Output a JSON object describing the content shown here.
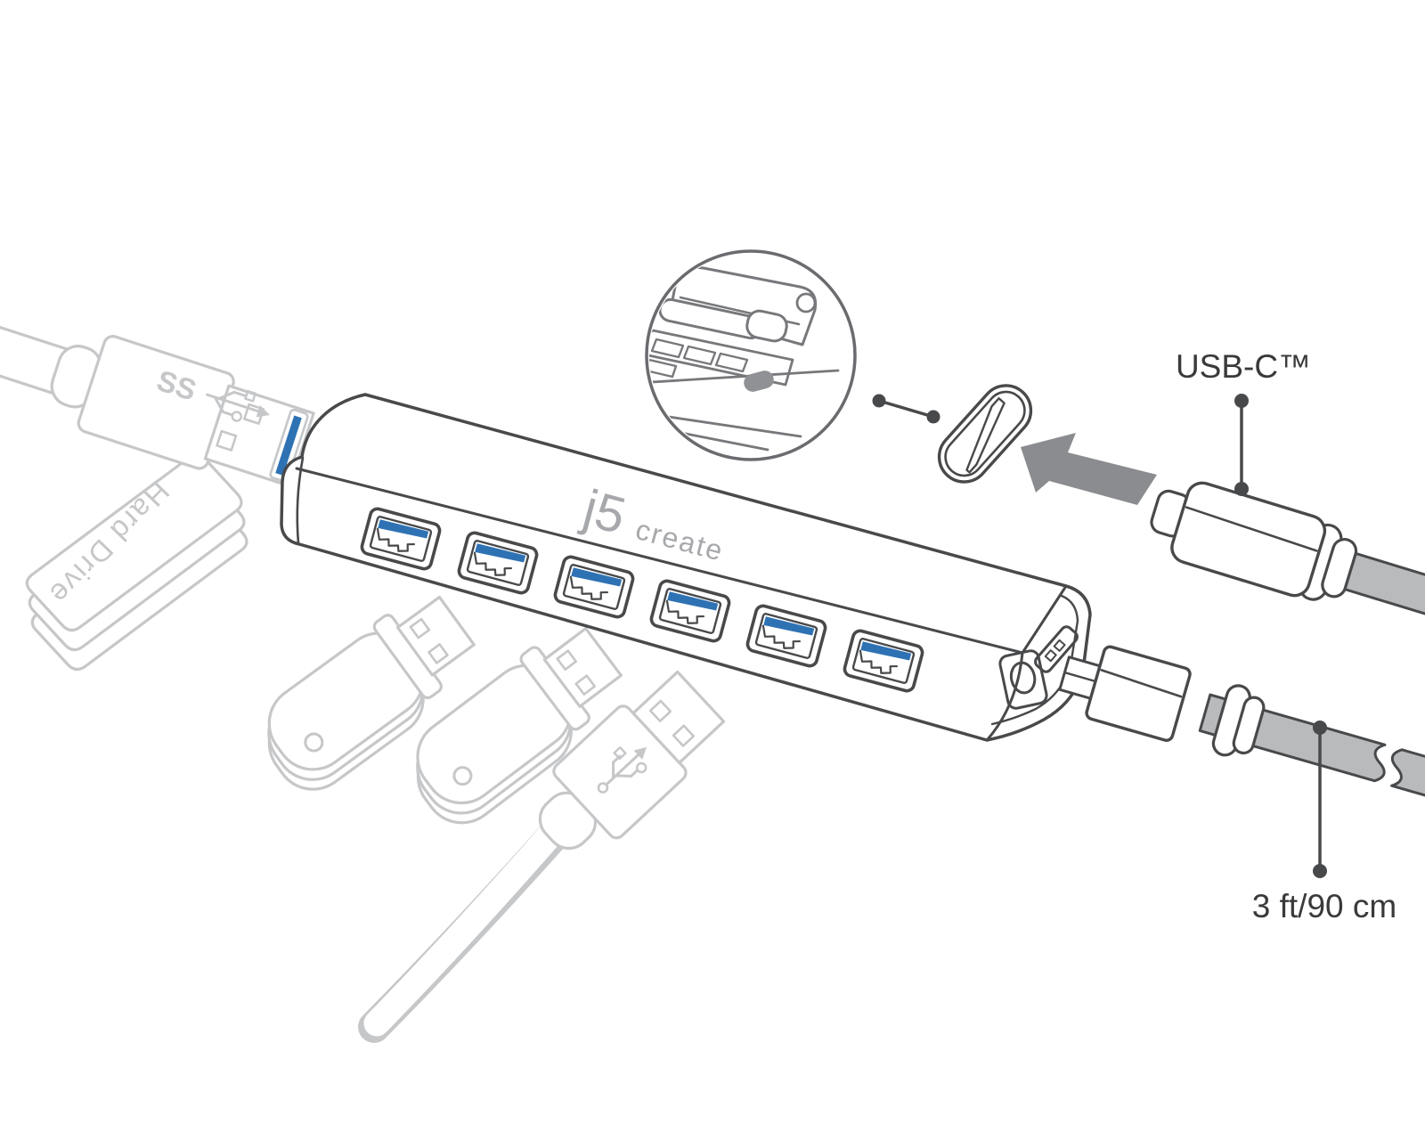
{
  "labels": {
    "usb_c_connector": "USB-C™",
    "cable_length": "3 ft/90 cm",
    "hard_drive": "Hard Drive",
    "brand_j5": "j5",
    "brand_create": "create",
    "superspeed_mark": "SS"
  },
  "counts": {
    "usb_a_ports_visible": 6,
    "flash_drives": 2
  },
  "colors": {
    "line_dark": "#48494b",
    "line_light": "#c6c7c9",
    "line_mid": "#6a6b6e",
    "laptop_line": "#77787b",
    "usb_blue": "#2f72b4",
    "arrow_gray": "#8a8c8f",
    "cable_gray": "#b8babc",
    "port_gray": "#8f9194",
    "brand_gray": "#a6a8ab",
    "label_text": "#3a3a3c",
    "background": "#ffffff"
  }
}
